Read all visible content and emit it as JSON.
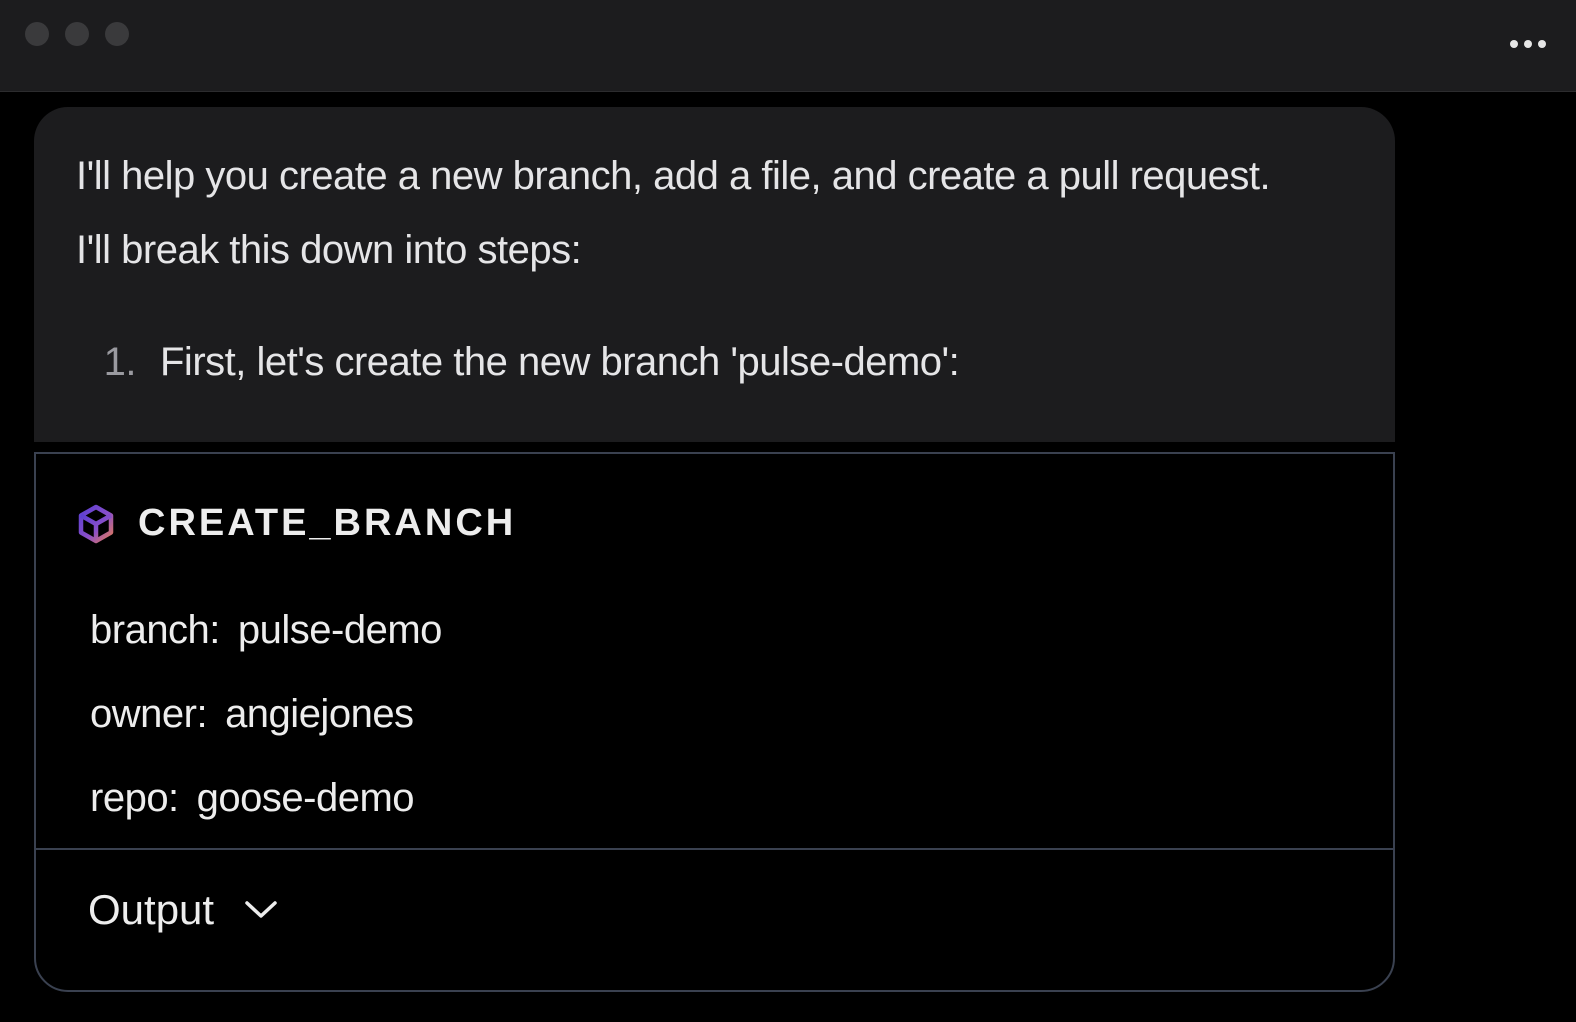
{
  "window": {
    "controls": [
      "close",
      "minimize",
      "zoom"
    ],
    "more_icon": "ellipsis-icon"
  },
  "message": {
    "line1": "I'll help you create a new branch, add a file, and create a pull request.",
    "line2": "I'll break this down into steps:",
    "steps": [
      {
        "number": "1.",
        "text": "First, let's create the new branch 'pulse-demo':"
      }
    ]
  },
  "tool_call": {
    "icon": "cube-icon",
    "name": "CREATE_BRANCH",
    "params": [
      {
        "key": "branch:",
        "value": "pulse-demo"
      },
      {
        "key": "owner:",
        "value": "angiejones"
      },
      {
        "key": "repo:",
        "value": "goose-demo"
      }
    ],
    "output_label": "Output",
    "output_icon": "chevron-down-icon"
  },
  "colors": {
    "background": "#000000",
    "titlebar": "#1c1c1e",
    "bubble": "#1c1c1e",
    "card_border": "#3a4150",
    "text": "#e5e5e7",
    "muted": "#9a9aa0",
    "icon_gradient_start": "#5b3fd1",
    "icon_gradient_end": "#e0795a"
  }
}
